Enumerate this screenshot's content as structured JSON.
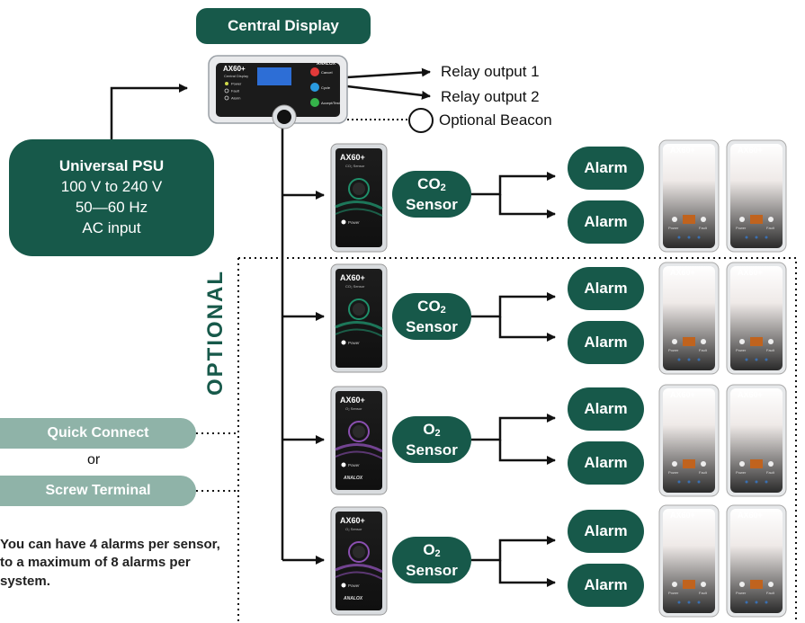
{
  "central": {
    "title": "Central Display"
  },
  "outputs": {
    "relay1": "Relay output 1",
    "relay2": "Relay output 2",
    "beacon": "Optional Beacon"
  },
  "psu": {
    "title": "Universal PSU",
    "line1": "100 V to 240 V",
    "line2": "50—60 Hz",
    "line3": "AC input"
  },
  "optional_label": "OPTIONAL",
  "connection": {
    "quick": "Quick Connect",
    "or": "or",
    "screw": "Screw Terminal"
  },
  "note": "You can have 4 alarms per sensor, to a maximum of 8 alarms per system.",
  "device_brand": "AX60+",
  "display_device": {
    "brand": "AX60+",
    "sub": "Central Display",
    "leds": [
      "Power",
      "Fault",
      "Alarm"
    ],
    "buttons": [
      "Cancel",
      "Cycle",
      "Accept/Test"
    ],
    "maker": "ANALOX"
  },
  "sensors": [
    {
      "name_main": "CO",
      "name_sub": "2",
      "name_line2": "Sensor",
      "device_label": "CO₂ Sensor",
      "power": "Power"
    },
    {
      "name_main": "CO",
      "name_sub": "2",
      "name_line2": "Sensor",
      "device_label": "CO₂ Sensor",
      "power": "Power"
    },
    {
      "name_main": "O",
      "name_sub": "2",
      "name_line2": "Sensor",
      "device_label": "O₂ Sensor",
      "power": "Power",
      "maker": "ANALOX"
    },
    {
      "name_main": "O",
      "name_sub": "2",
      "name_line2": "Sensor",
      "device_label": "O₂ Sensor",
      "power": "Power",
      "maker": "ANALOX"
    }
  ],
  "alarm_label": "Alarm",
  "alarm_device": {
    "brand": "AX60+",
    "power": "Power",
    "fault": "Fault"
  }
}
